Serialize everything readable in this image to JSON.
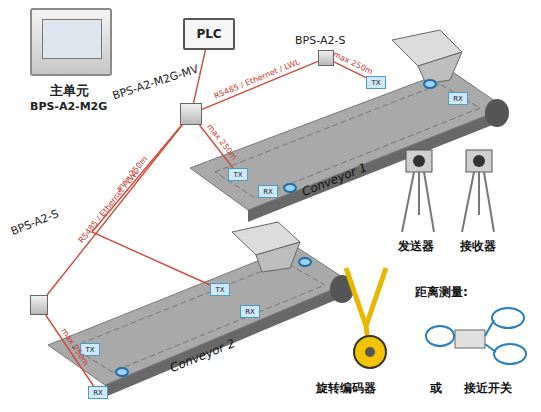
{
  "diagram": {
    "nodes": [
      {
        "text": [
          "主单元",
          "BPS-A2-M2G"
        ]
      },
      {
        "text": [
          "PLC"
        ]
      },
      {
        "text": [
          "BPS-A2-S"
        ]
      },
      {
        "text": [
          "BPS-A2-M2G-MV"
        ]
      },
      {
        "text": [
          "TX"
        ]
      },
      {
        "text": [
          "RX"
        ]
      },
      {
        "text": [
          "TX"
        ]
      },
      {
        "text": [
          "RX"
        ]
      },
      {
        "text": [
          "BPS-A2-S"
        ]
      },
      {
        "text": [
          "TX"
        ]
      },
      {
        "text": [
          "RX"
        ]
      },
      {
        "text": [
          "TX"
        ]
      },
      {
        "text": [
          "RX"
        ]
      }
    ],
    "edges": [
      {
        "from": 3,
        "to": 1,
        "arrow": "none"
      },
      {
        "from": 3,
        "to": 2,
        "label": "RS485 / Ethernet / LWL",
        "arrow": "none"
      },
      {
        "from": 3,
        "to": 8,
        "label": "RS485 / Ethernet / LWL",
        "arrow": "none"
      },
      {
        "from": 2,
        "to": 4,
        "label": "max 250m",
        "arrow": "none"
      },
      {
        "from": 3,
        "to": 6,
        "label": "max 250m",
        "arrow": "none"
      },
      {
        "from": 3,
        "to": 9,
        "label": "max 250m",
        "arrow": "none"
      },
      {
        "from": 8,
        "to": 12,
        "label": "max 250m",
        "arrow": "none"
      }
    ],
    "labels": [
      "Conveyor 1",
      "Conveyor 2",
      "发送器",
      "接收器",
      "距离测量:",
      "旋转编码器",
      "或",
      "接近开关"
    ]
  }
}
